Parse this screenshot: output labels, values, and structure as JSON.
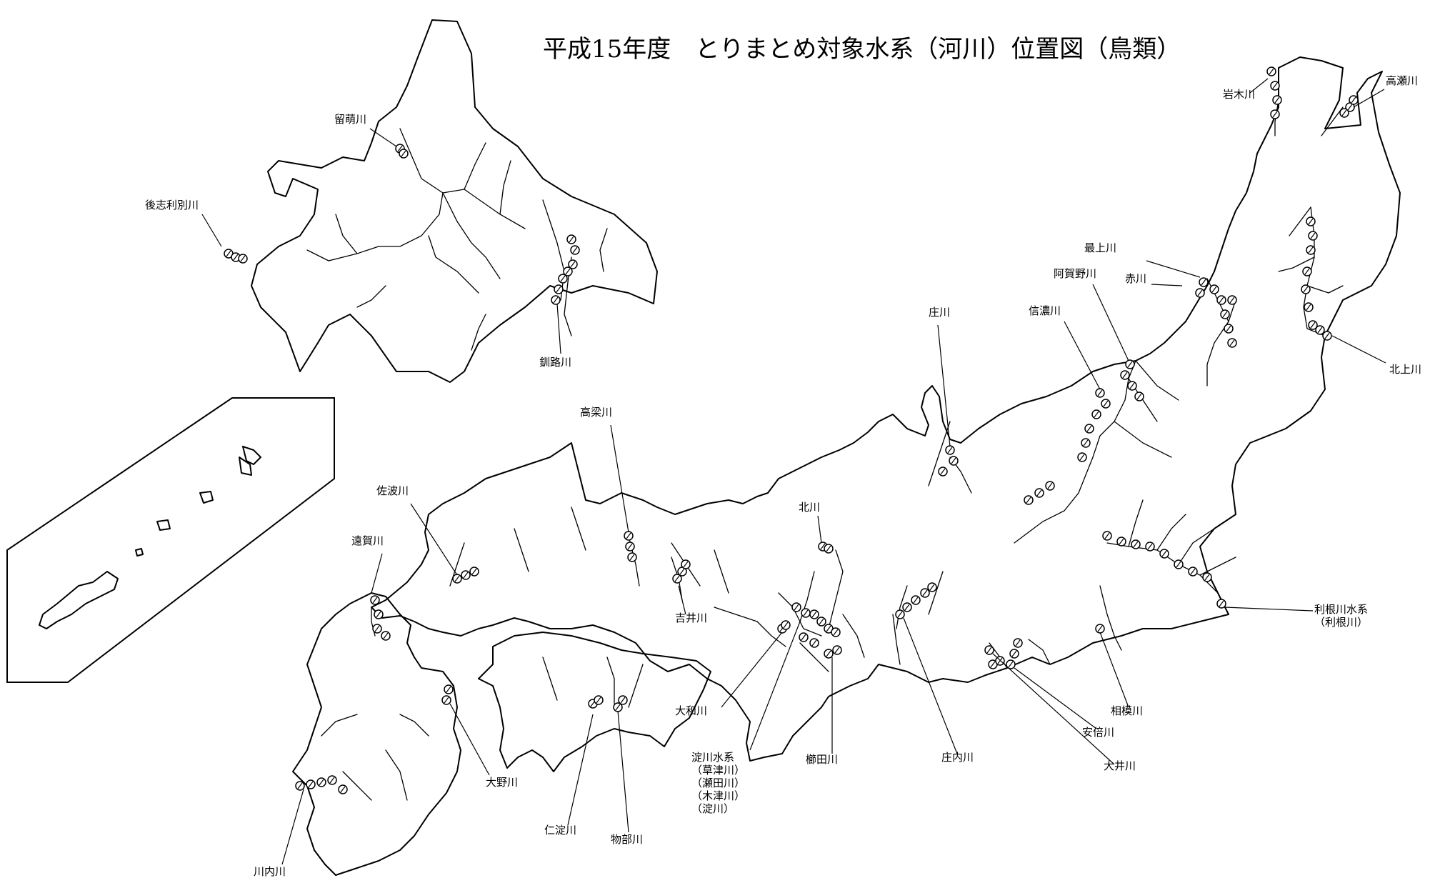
{
  "title": "平成15年度　とりまとめ対象水系（河川）位置図（鳥類）",
  "rivers": [
    {
      "id": "rumoi",
      "label": [
        "留萌川"
      ]
    },
    {
      "id": "shiribetsu",
      "label": [
        "後志利別川"
      ]
    },
    {
      "id": "kushiro",
      "label": [
        "釧路川"
      ]
    },
    {
      "id": "iwaki",
      "label": [
        "岩木川"
      ]
    },
    {
      "id": "takase",
      "label": [
        "高瀬川"
      ]
    },
    {
      "id": "mogami",
      "label": [
        "最上川"
      ]
    },
    {
      "id": "aka",
      "label": [
        "赤川"
      ]
    },
    {
      "id": "agano",
      "label": [
        "阿賀野川"
      ]
    },
    {
      "id": "shinano",
      "label": [
        "信濃川"
      ]
    },
    {
      "id": "kitakami",
      "label": [
        "北上川"
      ]
    },
    {
      "id": "sho",
      "label": [
        "庄川"
      ]
    },
    {
      "id": "takahashi",
      "label": [
        "高梁川"
      ]
    },
    {
      "id": "sawa",
      "label": [
        "佐波川"
      ]
    },
    {
      "id": "onga",
      "label": [
        "遠賀川"
      ]
    },
    {
      "id": "kita",
      "label": [
        "北川"
      ]
    },
    {
      "id": "yoshii",
      "label": [
        "吉井川"
      ]
    },
    {
      "id": "tone",
      "label": [
        "利根川水系",
        "（利根川）"
      ]
    },
    {
      "id": "sagami",
      "label": [
        "相模川"
      ]
    },
    {
      "id": "abe",
      "label": [
        "安倍川"
      ]
    },
    {
      "id": "oi",
      "label": [
        "大井川"
      ]
    },
    {
      "id": "shonai",
      "label": [
        "庄内川"
      ]
    },
    {
      "id": "kushida",
      "label": [
        "櫛田川"
      ]
    },
    {
      "id": "yodo",
      "label": [
        "淀川水系",
        "（草津川）",
        "（瀬田川）",
        "（木津川）",
        "（淀川）"
      ]
    },
    {
      "id": "yamato",
      "label": [
        "大和川"
      ]
    },
    {
      "id": "ono",
      "label": [
        "大野川"
      ]
    },
    {
      "id": "niyodo",
      "label": [
        "仁淀川"
      ]
    },
    {
      "id": "monobe",
      "label": [
        "物部川"
      ]
    },
    {
      "id": "sendai",
      "label": [
        "川内川"
      ]
    }
  ]
}
